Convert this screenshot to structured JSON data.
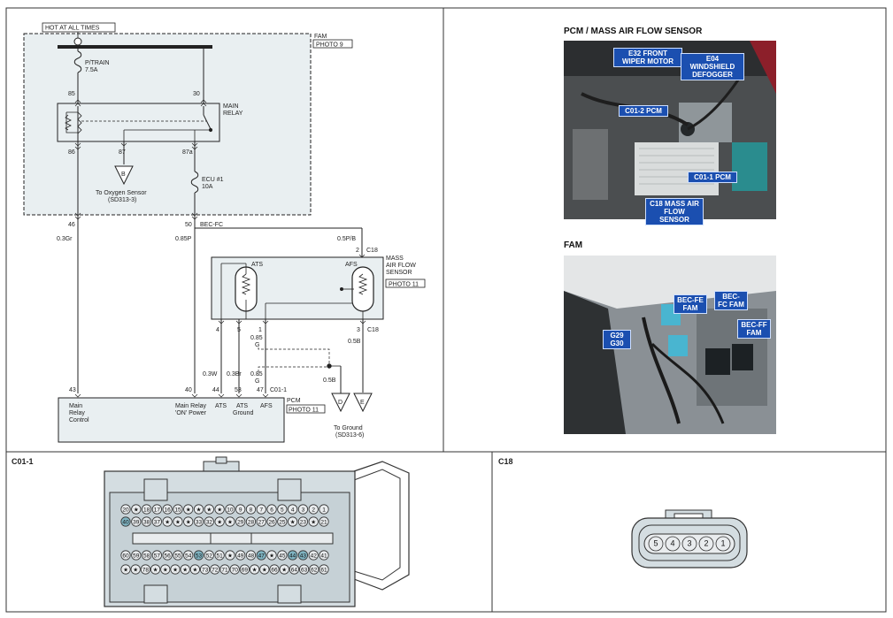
{
  "schematic": {
    "hot_label": "HOT AT ALL TIMES",
    "fam_label": "FAM",
    "fam_photo": "PHOTO 9",
    "fuse1_name": "P/TRAIN",
    "fuse1_rating": "7.5A",
    "relay_name": "MAIN",
    "relay_name2": "RELAY",
    "pin85": "85",
    "pin30": "30",
    "pin86": "86",
    "pin87": "87",
    "pin87a": "87a",
    "conn_b": "B",
    "to_oxygen": "To Oxygen Sensor",
    "oxygen_ref": "(SD313-3)",
    "fuse2_name": "ECU #1",
    "fuse2_rating": "10A",
    "pin46": "46",
    "pin50": "50",
    "bec_fc": "BEC-FC",
    "w_03gr": "0.3Gr",
    "w_085p": "0.85P",
    "w_05pb": "0.5P/B",
    "pin2": "2",
    "c18_top": "C18",
    "ats": "ATS",
    "afs": "AFS",
    "maf1": "MASS",
    "maf2": "AIR FLOW",
    "maf3": "SENSOR",
    "maf_photo": "PHOTO 11",
    "pin4": "4",
    "pin5": "5",
    "pin1": "1",
    "pin3": "3",
    "c18_bot": "C18",
    "w_085g_a": "0.85",
    "w_085g_b": "G",
    "w_05b_a": "0.5B",
    "w_05b_b": "0.5B",
    "w_03w": "0.3W",
    "w_03br": "0.3Br",
    "w_085g2_a": "0.85",
    "w_085g2_b": "G",
    "pin43": "43",
    "pin40": "40",
    "pin44": "44",
    "pin53": "53",
    "pin47": "47",
    "c011_conn": "C01-1",
    "pcm": "PCM",
    "pcm_photo": "PHOTO 11",
    "main_relay_ctrl": [
      "Main",
      "Relay",
      "Control"
    ],
    "main_relay_on": [
      "Main Relay",
      "'ON' Power"
    ],
    "ats2": "ATS",
    "ats_ground": [
      "ATS",
      "Ground"
    ],
    "afs2": "AFS",
    "conn_d": "D",
    "conn_e": "E",
    "to_ground": "To Ground",
    "ground_ref": "(SD313-6)"
  },
  "photos": {
    "pcm_title": "PCM / MASS AIR FLOW SENSOR",
    "pcm_callouts": [
      "E32 FRONT WIPER MOTOR",
      "E04 WINDSHIELD DEFOGGER",
      "C01-2 PCM",
      "C01-1 PCM",
      "C18 MASS AIR FLOW SENSOR"
    ],
    "fam_title": "FAM",
    "fam_callouts": [
      "BEC-FE FAM",
      "BEC-FC FAM",
      "BEC-FF FAM",
      "G29 G30"
    ]
  },
  "connectors": {
    "c011_title": "C01-1",
    "c18_title": "C18",
    "row1": [
      "20",
      "★",
      "18",
      "17",
      "16",
      "15",
      "★",
      "★",
      "★",
      "★",
      "10",
      "9",
      "8",
      "7",
      "6",
      "5",
      "4",
      "3",
      "2",
      "1"
    ],
    "row2": [
      "40",
      "39",
      "38",
      "37",
      "★",
      "★",
      "★",
      "33",
      "32",
      "★",
      "★",
      "29",
      "28",
      "27",
      "26",
      "25",
      "★",
      "23",
      "★",
      "21"
    ],
    "row3": [
      "60",
      "59",
      "58",
      "57",
      "56",
      "55",
      "54",
      "53",
      "52",
      "51",
      "★",
      "49",
      "48",
      "47",
      "★",
      "45",
      "44",
      "43",
      "42",
      "41"
    ],
    "row4": [
      "★",
      "★",
      "78",
      "★",
      "★",
      "★",
      "★",
      "★",
      "73",
      "72",
      "71",
      "70",
      "69",
      "★",
      "★",
      "66",
      "★",
      "64",
      "63",
      "62",
      "61"
    ],
    "c18_pins": [
      "5",
      "4",
      "3",
      "2",
      "1"
    ],
    "highlight": [
      "40",
      "53",
      "47",
      "44",
      "43"
    ],
    "colors": {
      "pin_fill": "#e9ecee",
      "pin_highlight": "#7fb4c2",
      "body_fill": "#d4dde1",
      "box_fill": "#e9eff1"
    }
  }
}
